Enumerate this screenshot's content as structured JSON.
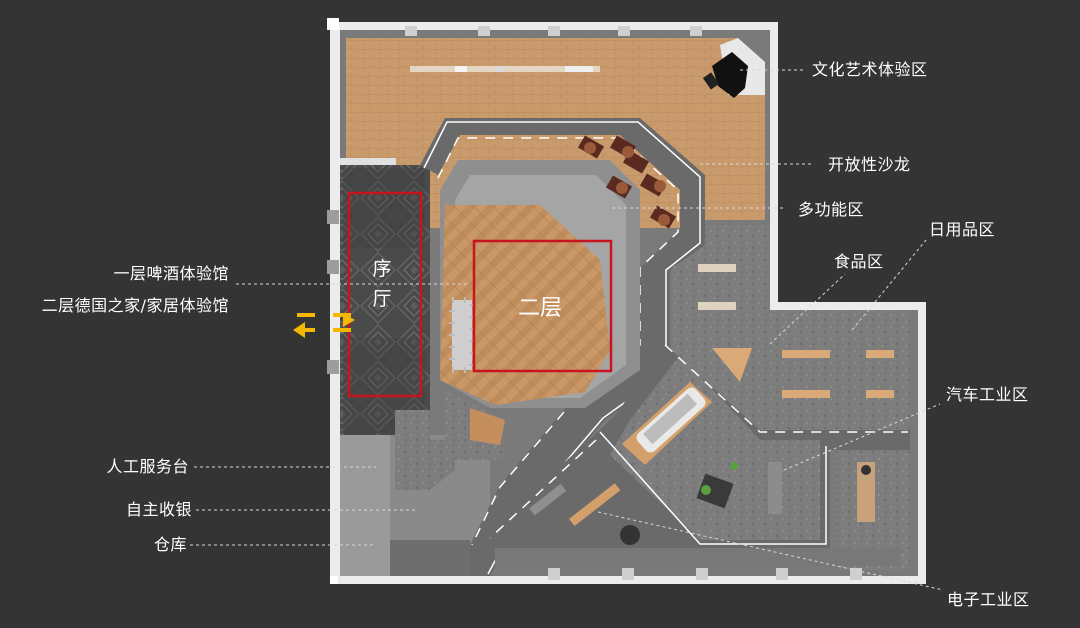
{
  "labels": {
    "culture": "文化艺术体验区",
    "salon": "开放性沙龙",
    "multi": "多功能区",
    "daily": "日用品区",
    "food": "食品区",
    "auto": "汽车工业区",
    "electronics": "电子工业区",
    "beer": "一层啤酒体验馆",
    "german_home": "二层德国之家/家居体验馆",
    "service_desk": "人工服务台",
    "self_checkout": "自主收银",
    "warehouse": "仓库",
    "foyer": "序厅",
    "second_floor": "二层"
  },
  "colors": {
    "background": "#343434",
    "highlight": "#c8141e",
    "entrance_arrow": "#f5b800",
    "wood": "#c9986a",
    "road": "#6e6e6e",
    "lane": "#ffffff"
  }
}
